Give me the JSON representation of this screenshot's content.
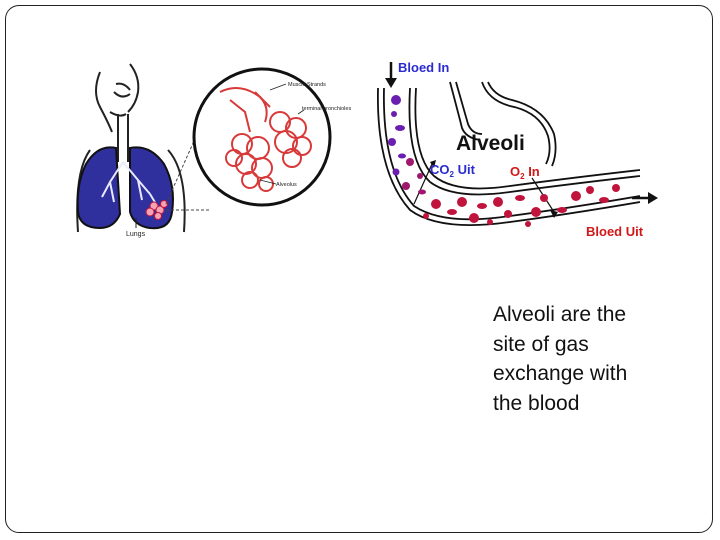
{
  "diagram": {
    "left_figure": {
      "lung_label": "Lungs",
      "detail_labels": {
        "muscle_strands": "Muscle Strands",
        "terminal_bronchioles": "terminal bronchioles",
        "alveolus": "Alveolus"
      }
    },
    "right_figure": {
      "blood_in": "Bloed In",
      "title": "Alveoli",
      "co2_prefix": "CO",
      "co2_sub": "2",
      "co2_suffix": " Uit",
      "o2_prefix": "O",
      "o2_sub": "2",
      "o2_suffix": " In",
      "blood_out": "Bloed Uit"
    },
    "colors": {
      "lung_fill": "#2f2f9e",
      "alveoli_red": "#d83a3a",
      "oxygenated": "#c0143c",
      "deoxygenated": "#6a1fb0",
      "label_blue": "#2b2bd0",
      "label_red": "#d01818"
    }
  },
  "caption": {
    "term": "Alveoli",
    "rest": " are the site of gas exchange with the blood"
  }
}
